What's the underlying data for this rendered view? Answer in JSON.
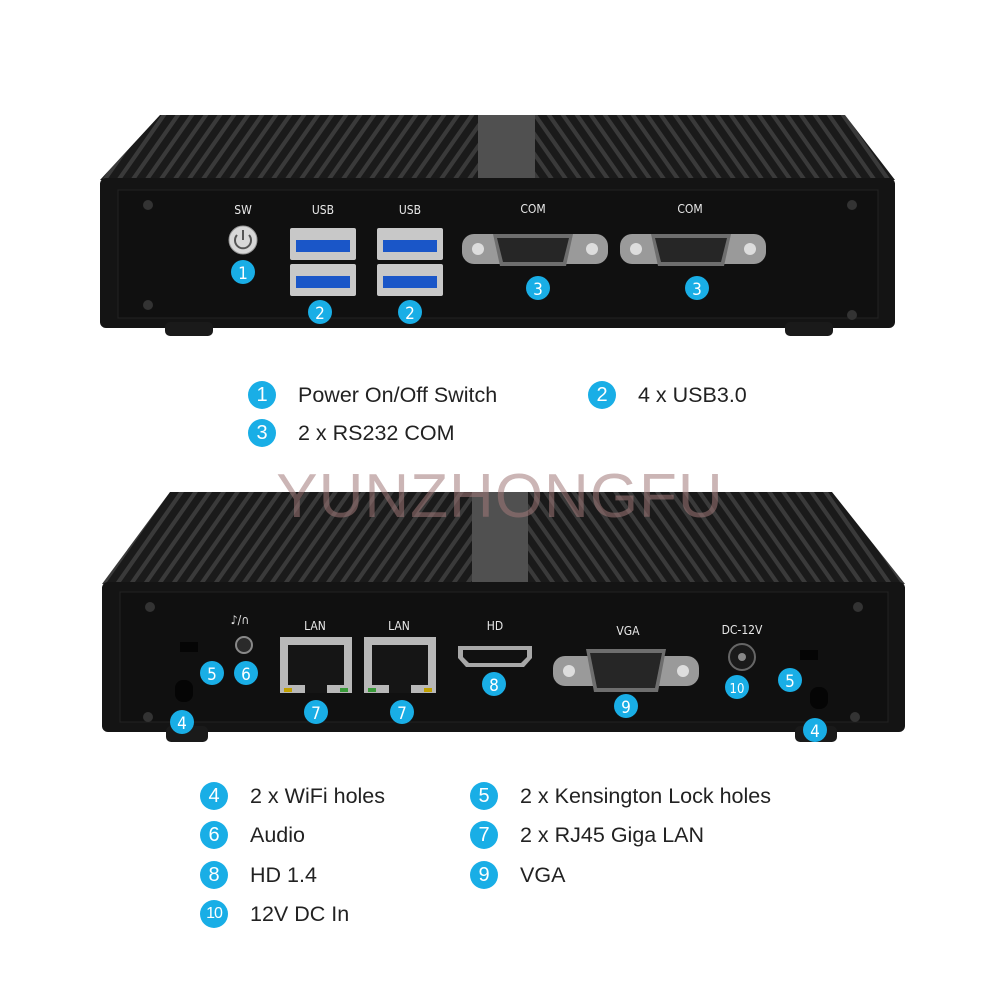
{
  "watermark": "YUNZHONGFU",
  "colors": {
    "badge": "#19aee6",
    "device_body": "#151515",
    "fins": "#2a2a2a"
  },
  "front_panel": {
    "labels": {
      "sw": "SW",
      "usb1": "USB",
      "usb2": "USB",
      "com1": "COM",
      "com2": "COM"
    },
    "badges": [
      "1",
      "2",
      "2",
      "3",
      "3"
    ]
  },
  "front_legend": [
    {
      "num": "1",
      "text": "Power On/Off Switch"
    },
    {
      "num": "2",
      "text": "4 x USB3.0"
    },
    {
      "num": "3",
      "text": "2 x RS232 COM"
    }
  ],
  "rear_panel": {
    "labels": {
      "lan1": "LAN",
      "lan2": "LAN",
      "hd": "HD",
      "vga": "VGA",
      "dc": "DC-12V"
    },
    "badges": [
      "4",
      "5",
      "6",
      "7",
      "7",
      "8",
      "9",
      "10",
      "5",
      "4"
    ],
    "audio_icon": "mic-headphone-icon"
  },
  "rear_legend": [
    {
      "num": "4",
      "text": "2 x WiFi holes"
    },
    {
      "num": "5",
      "text": "2 x Kensington Lock holes"
    },
    {
      "num": "6",
      "text": "Audio"
    },
    {
      "num": "7",
      "text": "2 x RJ45 Giga LAN"
    },
    {
      "num": "8",
      "text": "HD 1.4"
    },
    {
      "num": "9",
      "text": "VGA"
    },
    {
      "num": "10",
      "text": "12V DC In"
    }
  ]
}
